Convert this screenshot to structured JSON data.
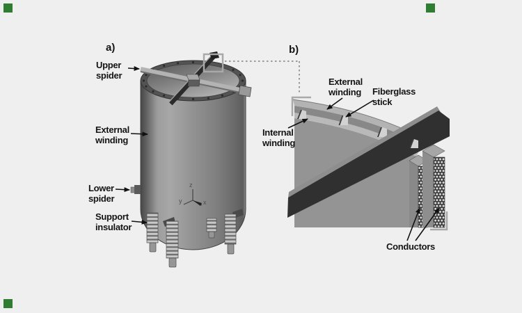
{
  "view_a": {
    "tag": "a)",
    "labels": {
      "upper_spider": [
        "Upper",
        "spider"
      ],
      "external_winding": [
        "External",
        "winding"
      ],
      "lower_spider": [
        "Lower",
        "spider"
      ],
      "support_insulator": [
        "Support",
        "insulator"
      ]
    },
    "axes": {
      "x": "x",
      "y": "y",
      "z": "z"
    }
  },
  "view_b": {
    "tag": "b)",
    "labels": {
      "external_winding": [
        "External",
        "winding"
      ],
      "fiberglass_stick": [
        "Fiberglass",
        "stick"
      ],
      "internal_winding": [
        "Internal",
        "winding"
      ],
      "conductors": "Conductors"
    }
  },
  "colors": {
    "background": "#efefef",
    "label_text": "#141414",
    "arrow": "#111111",
    "dark_bar": "#303030",
    "winding_light": "#b3b3b3",
    "winding_gap": "#888888",
    "body_mid_gray": "#929292",
    "conductor_face": "#3a3a3a",
    "conductor_dot": "#dcdcdc",
    "callout_stroke": "#a9a9a9",
    "corner_marker_green": "#2f7d33"
  }
}
